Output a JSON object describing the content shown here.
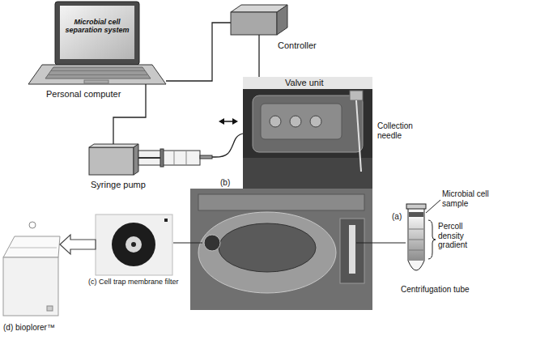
{
  "diagram": {
    "nodes": [
      {
        "text": [
          "Microbial cell separation system",
          "Personal computer"
        ]
      },
      {
        "text": [
          "Controller"
        ]
      },
      {
        "text": [
          "Syringe pump"
        ]
      },
      {
        "text": [
          "Valve unit"
        ]
      },
      {
        "text": [
          "(c) Cell trap membrane filter"
        ]
      },
      {
        "text": [
          "(d) bioplorer™"
        ]
      },
      {
        "text": [
          "Centrifugation tube"
        ]
      }
    ],
    "edges": [
      {
        "from": 0,
        "to": 1,
        "arrow": "none"
      },
      {
        "from": 1,
        "to": 3,
        "arrow": "none"
      },
      {
        "from": 0,
        "to": 2,
        "arrow": "none"
      },
      {
        "from": 2,
        "to": 3,
        "arrow": "none"
      },
      {
        "from": 4,
        "to": 5,
        "arrow": "to"
      }
    ],
    "labels": [
      "Collection needle",
      "(b)",
      "(a)",
      "Microbial cell sample",
      "Percoll density gradient"
    ]
  }
}
